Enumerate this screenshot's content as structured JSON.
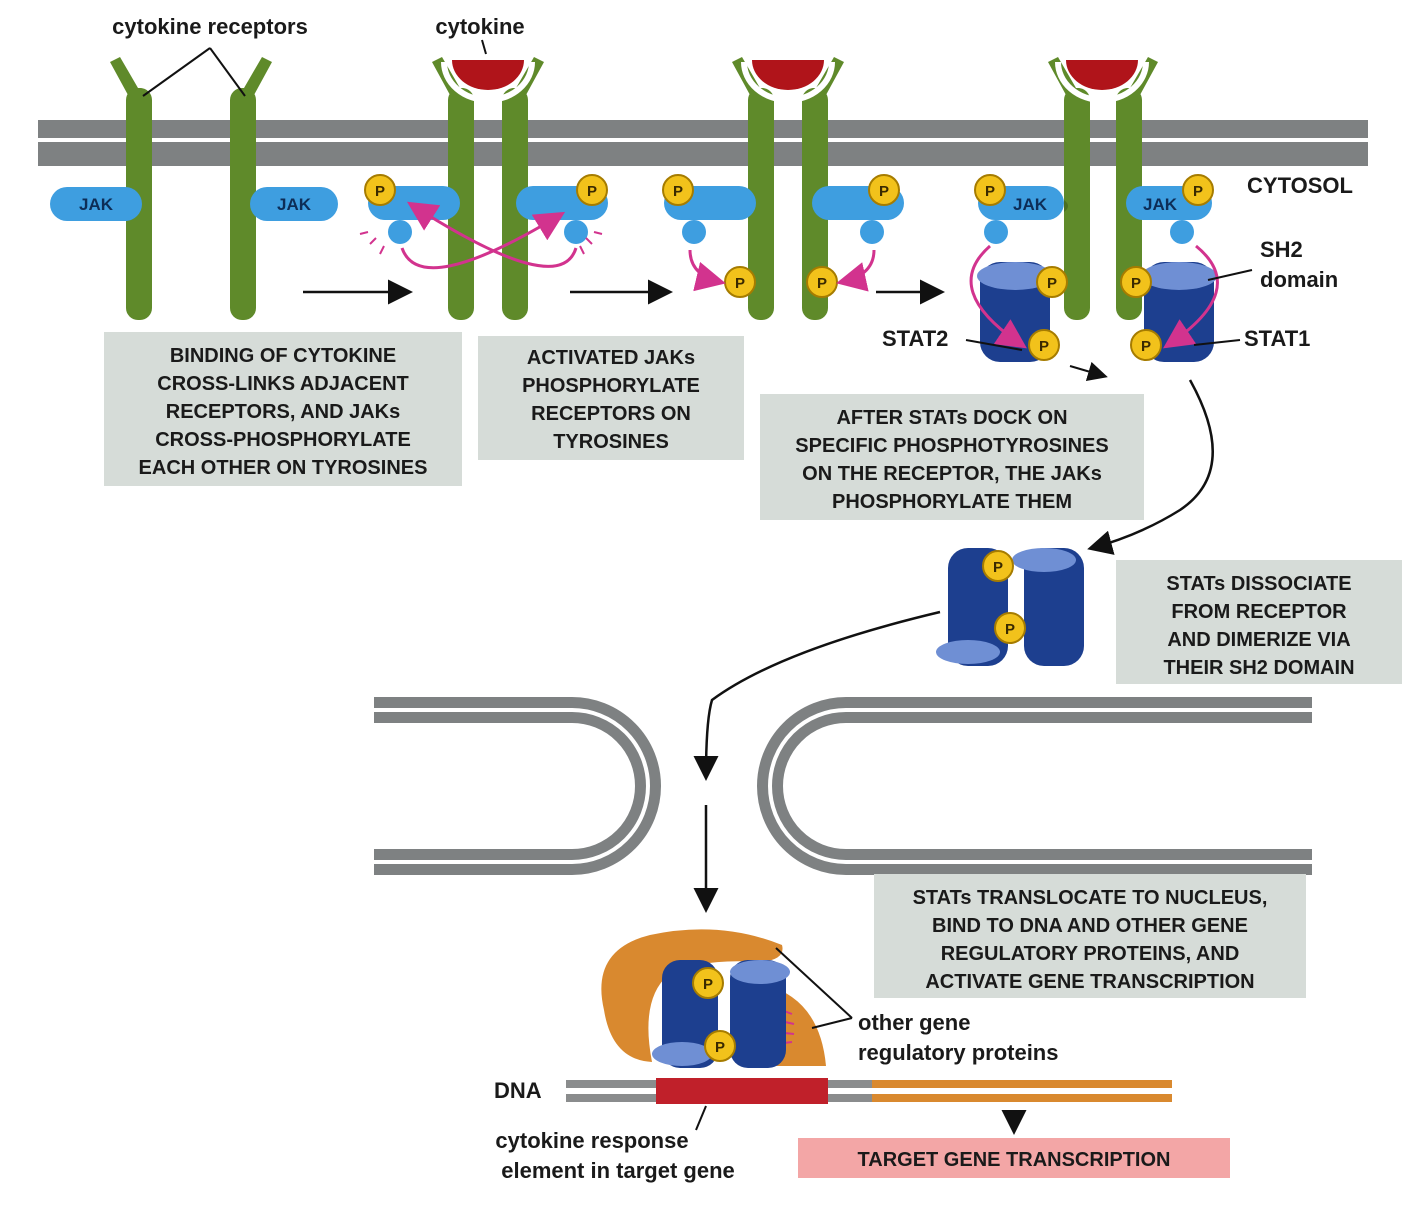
{
  "labels": {
    "cytokine_receptors": "cytokine receptors",
    "cytokine": "cytokine",
    "cytosol": "CYTOSOL",
    "jak": "JAK",
    "p": "P",
    "sh2_line1": "SH2",
    "sh2_line2": "domain",
    "stat2": "STAT2",
    "stat1": "STAT1",
    "other_gene_line1": "other gene",
    "other_gene_line2": "regulatory proteins",
    "dna": "DNA",
    "cre_line1": "cytokine response",
    "cre_line2": "element in target gene",
    "target_transcription": "TARGET GENE TRANSCRIPTION"
  },
  "steps": [
    {
      "lines": [
        "BINDING OF CYTOKINE",
        "CROSS-LINKS ADJACENT",
        "RECEPTORS, AND JAKs",
        "CROSS-PHOSPHORYLATE",
        "EACH OTHER ON TYROSINES"
      ]
    },
    {
      "lines": [
        "ACTIVATED JAKs",
        "PHOSPHORYLATE",
        "RECEPTORS ON",
        "TYROSINES"
      ]
    },
    {
      "lines": [
        "AFTER STATs DOCK ON",
        "SPECIFIC PHOSPHOTYROSINES",
        "ON THE RECEPTOR, THE JAKs",
        "PHOSPHORYLATE THEM"
      ]
    },
    {
      "lines": [
        "STATs DISSOCIATE",
        "FROM RECEPTOR",
        "AND DIMERIZE VIA",
        "THEIR SH2 DOMAIN"
      ]
    },
    {
      "lines": [
        "STATs TRANSLOCATE TO NUCLEUS,",
        "BIND TO DNA AND OTHER GENE",
        "REGULATORY PROTEINS, AND",
        "ACTIVATE GENE TRANSCRIPTION"
      ]
    }
  ],
  "colors": {
    "membrane": "#7e8182",
    "receptor": "#5f8a2a",
    "cytokine": "#b0141a",
    "jak": "#3e9ee0",
    "phosphate": "#f2c21b",
    "stat_dark": "#1d3f8f",
    "stat_light": "#6f8fd4",
    "arrow_magenta": "#d2338e",
    "text_box": "#d6dcd8",
    "orange_protein": "#d9892f",
    "dna_red": "#c0202a",
    "highlight": "#f3a6a6"
  }
}
